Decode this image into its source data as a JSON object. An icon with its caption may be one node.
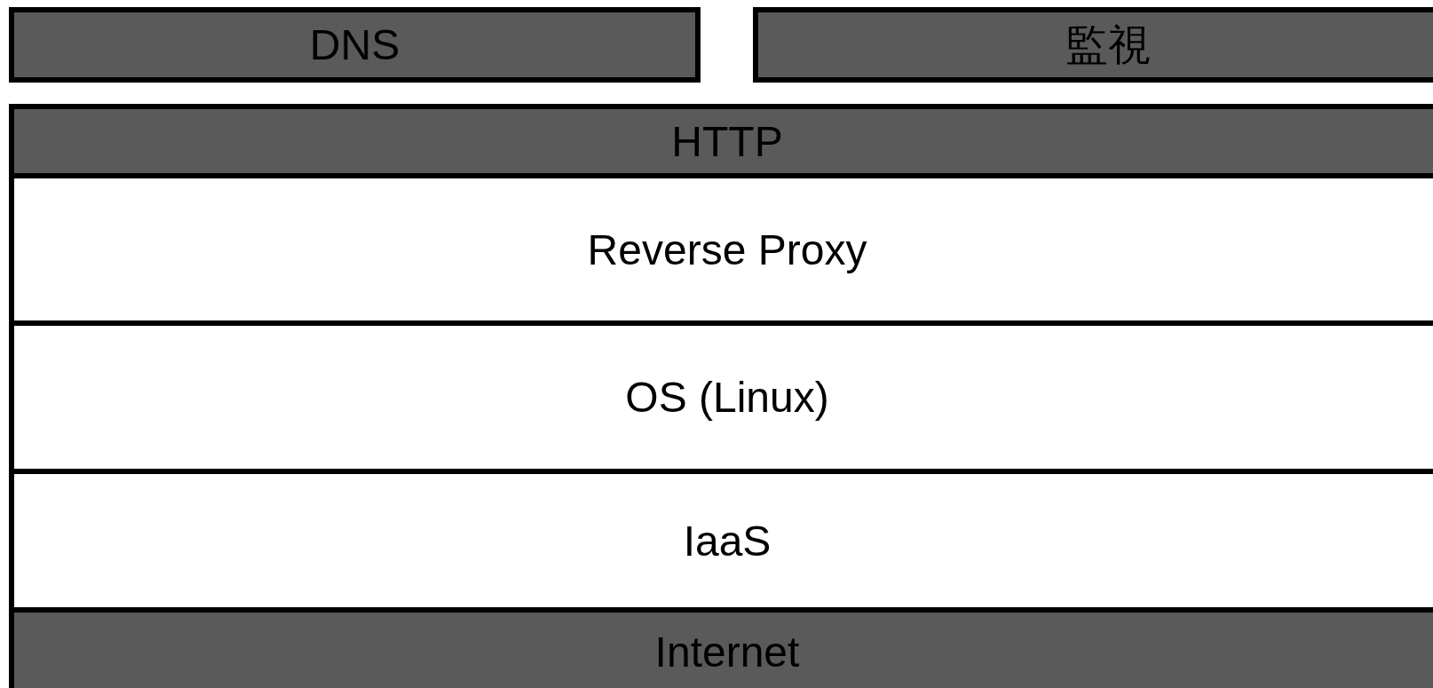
{
  "diagram": {
    "nodes": [
      {
        "text": [
          "DNS"
        ]
      },
      {
        "text": [
          "監視"
        ]
      },
      {
        "text": [
          "HTTP"
        ]
      },
      {
        "text": [
          "Reverse Proxy"
        ]
      },
      {
        "text": [
          "OS (Linux)"
        ]
      },
      {
        "text": [
          "IaaS"
        ]
      },
      {
        "text": [
          "Internet"
        ]
      }
    ],
    "edges": []
  }
}
